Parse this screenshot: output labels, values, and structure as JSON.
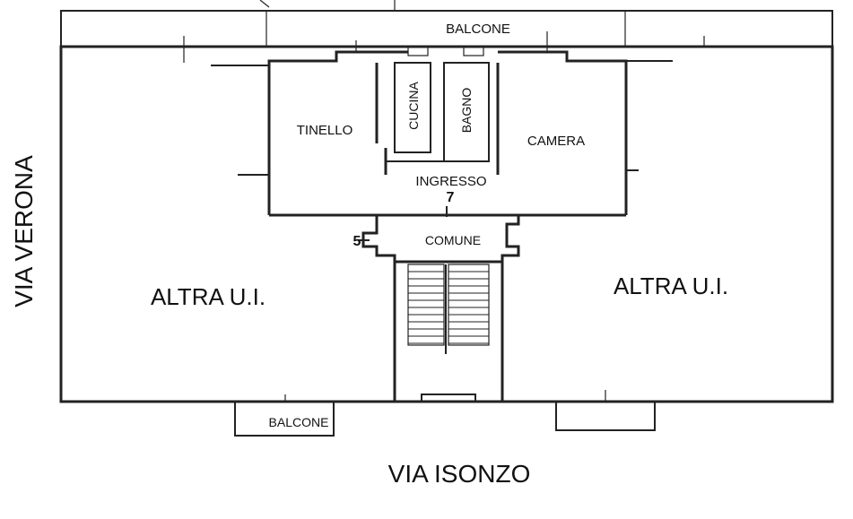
{
  "streets": {
    "left": "VIA VERONA",
    "bottom": "VIA ISONZO"
  },
  "rooms": {
    "balcony_top": "BALCONE",
    "balcony_bottom": "BALCONE",
    "tinello": "TINELLO",
    "cucina": "CUCINA",
    "bagno": "BAGNO",
    "camera": "CAMERA",
    "ingresso": "INGRESSO",
    "comune": "COMUNE",
    "other_unit_left": "ALTRA U.I.",
    "other_unit_right": "ALTRA U.I."
  },
  "markers": {
    "seven": "7",
    "five": "5"
  },
  "colors": {
    "line": "#222222",
    "background": "#ffffff"
  }
}
